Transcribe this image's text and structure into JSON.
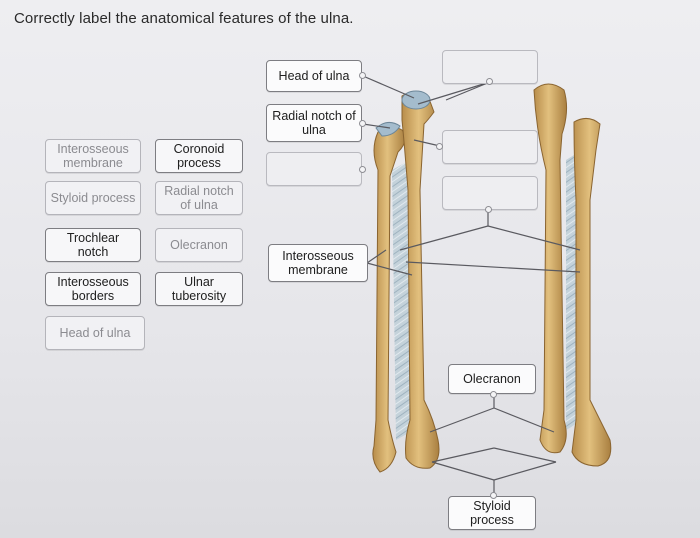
{
  "question": "Correctly label the anatomical features of the ulna.",
  "bank": [
    {
      "label": "Interosseous membrane",
      "used": true
    },
    {
      "label": "Coronoid process",
      "used": false
    },
    {
      "label": "Styloid process",
      "used": true
    },
    {
      "label": "Radial notch of ulna",
      "used": true
    },
    {
      "label": "Trochlear notch",
      "used": false
    },
    {
      "label": "Olecranon",
      "used": true
    },
    {
      "label": "Interosseous borders",
      "used": false
    },
    {
      "label": "Ulnar tuberosity",
      "used": false
    },
    {
      "label": "Head of ulna",
      "used": true
    }
  ],
  "targets": {
    "head_of_ulna": "Head of ulna",
    "radial_notch": "Radial notch of ulna",
    "interosseous_membrane": "Interosseous membrane",
    "olecranon": "Olecranon",
    "styloid_process": "Styloid process"
  },
  "colors": {
    "bone": "#d9b36e",
    "bone_shadow": "#a87e3e",
    "membrane": "#b9c9d2",
    "cartilage": "#9fb8cc"
  }
}
